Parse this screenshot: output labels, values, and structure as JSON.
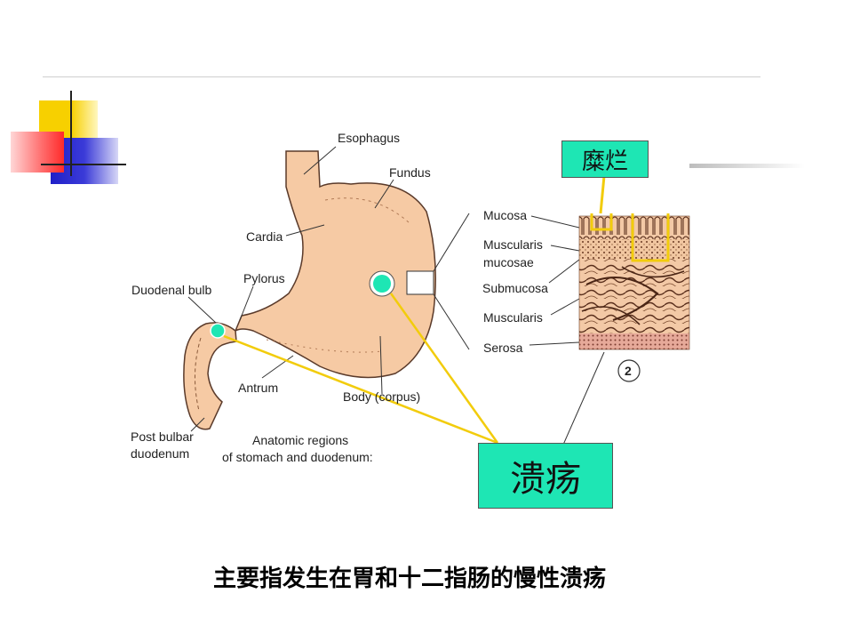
{
  "labels": {
    "esophagus": "Esophagus",
    "fundus": "Fundus",
    "cardia": "Cardia",
    "pylorus": "Pylorus",
    "duodenal_bulb": "Duodenal bulb",
    "antrum": "Antrum",
    "body": "Body (corpus)",
    "post_bulbar_1": "Post bulbar",
    "post_bulbar_2": "duodenum",
    "regions_1": "Anatomic regions",
    "regions_2": "of stomach and duodenum:",
    "mucosa": "Mucosa",
    "muscularis_mucosae_1": "Muscularis",
    "muscularis_mucosae_2": "mucosae",
    "submucosa": "Submucosa",
    "muscularis": "Muscularis",
    "serosa": "Serosa",
    "panel_number": "2"
  },
  "callouts": {
    "erosion": "糜烂",
    "ulcer": "溃疡"
  },
  "caption": "主要指发生在胃和十二指肠的慢性溃疡",
  "colors": {
    "callout_fill": "#1ee6b4",
    "pointer_line": "#f2cc0c",
    "stomach_fill": "#f6caa4",
    "tissue_dark": "#6b3a22"
  }
}
